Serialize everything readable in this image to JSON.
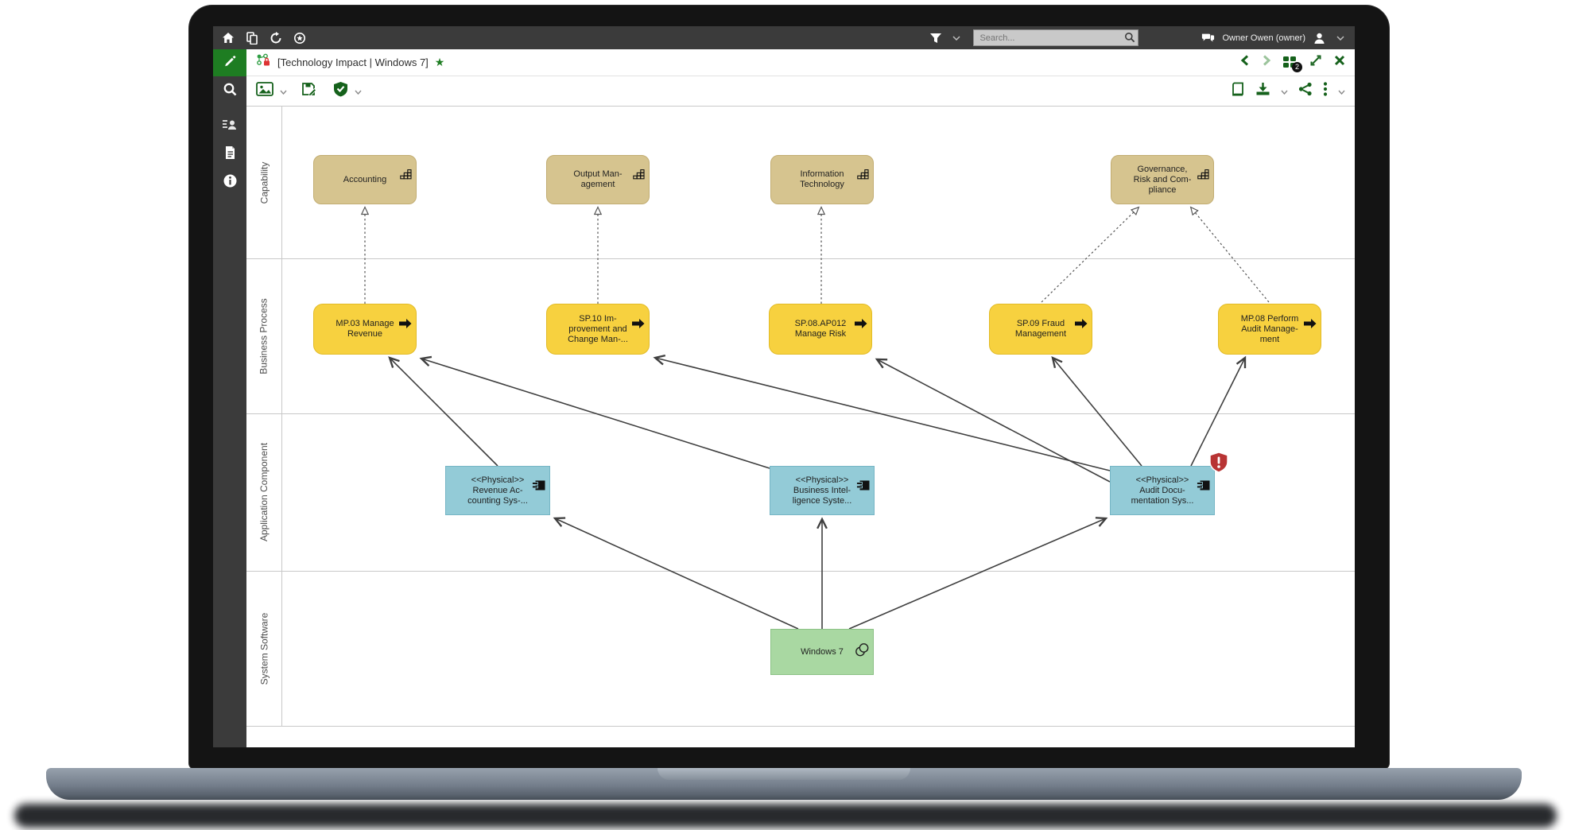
{
  "topbar": {
    "search_placeholder": "Search...",
    "user_label": "Owner Owen (owner)"
  },
  "titlebar": {
    "title": "[Technology Impact | Windows 7]",
    "windows_badge": "2"
  },
  "colors": {
    "accent_green": "#1e7d22",
    "toolbar_dark": "#3b3b3b",
    "capability_fill": "#d6c48f",
    "process_fill": "#f7d13f",
    "component_fill": "#93cbd7",
    "software_fill": "#a9d8a2",
    "warning_red": "#b83434"
  },
  "icons": {
    "topbar_left": [
      "home-icon",
      "copy-document-icon",
      "refresh-icon",
      "recent-star-icon"
    ],
    "topbar_right": [
      "filter-icon",
      "chevron-down-icon",
      "search-icon",
      "chat-icon",
      "user-icon",
      "chevron-down-icon"
    ],
    "sidebar": [
      "pencil-icon",
      "search-icon",
      "contacts-icon",
      "document-icon",
      "info-icon"
    ],
    "titlebar_right": [
      "back-icon",
      "forward-icon",
      "windows-grid-icon",
      "fullscreen-icon",
      "close-icon"
    ],
    "toolbar2_left": [
      "image-icon",
      "save-edit-icon",
      "shield-check-icon"
    ],
    "toolbar2_right": [
      "book-icon",
      "download-icon",
      "share-icon",
      "kebab-menu-icon"
    ]
  },
  "diagram": {
    "lanes": [
      {
        "label": "Capability"
      },
      {
        "label": "Business Process"
      },
      {
        "label": "Application Component"
      },
      {
        "label": "System Software"
      }
    ],
    "capabilities": [
      {
        "label": "Accounting"
      },
      {
        "label": "Output Man-\nagement"
      },
      {
        "label": "Information\nTechnology"
      },
      {
        "label": "Governance,\nRisk and Com-\npliance"
      }
    ],
    "processes": [
      {
        "label": "MP.03 Manage\nRevenue"
      },
      {
        "label": "SP.10 Im-\nprovement and\nChange Man-..."
      },
      {
        "label": "SP.08.AP012\nManage Risk"
      },
      {
        "label": "SP.09 Fraud\nManagement"
      },
      {
        "label": "MP.08 Perform\nAudit Manage-\nment"
      }
    ],
    "components": [
      {
        "label": "<<Physical>>\nRevenue Ac-\ncounting Sys-..."
      },
      {
        "label": "<<Physical>>\nBusiness Intel-\nligence Syste..."
      },
      {
        "label": "<<Physical>>\nAudit Docu-\nmentation Sys..."
      }
    ],
    "software": [
      {
        "label": "Windows 7"
      }
    ],
    "edges": [
      {
        "from": "MP.03 Manage Revenue",
        "to": "Accounting",
        "style": "dotted"
      },
      {
        "from": "SP.10 Improvement and Change Man-...",
        "to": "Output Management",
        "style": "dotted"
      },
      {
        "from": "SP.08.AP012 Manage Risk",
        "to": "Information Technology",
        "style": "dotted"
      },
      {
        "from": "SP.09 Fraud Management",
        "to": "Governance, Risk and Compliance",
        "style": "dotted"
      },
      {
        "from": "MP.08 Perform Audit Management",
        "to": "Governance, Risk and Compliance",
        "style": "dotted"
      },
      {
        "from": "Revenue Accounting Sys-...",
        "to": "MP.03 Manage Revenue",
        "style": "solid"
      },
      {
        "from": "Business Intelligence Syste...",
        "to": "MP.03 Manage Revenue",
        "style": "solid"
      },
      {
        "from": "Audit Documentation Sys...",
        "to": "SP.10 Improvement and Change Man-...",
        "style": "solid"
      },
      {
        "from": "Audit Documentation Sys...",
        "to": "SP.08.AP012 Manage Risk",
        "style": "solid"
      },
      {
        "from": "Audit Documentation Sys...",
        "to": "SP.09 Fraud Management",
        "style": "solid"
      },
      {
        "from": "Audit Documentation Sys...",
        "to": "MP.08 Perform Audit Management",
        "style": "solid"
      },
      {
        "from": "Windows 7",
        "to": "Revenue Accounting Sys-...",
        "style": "solid"
      },
      {
        "from": "Windows 7",
        "to": "Business Intelligence Syste...",
        "style": "solid"
      },
      {
        "from": "Windows 7",
        "to": "Audit Documentation Sys...",
        "style": "solid"
      }
    ]
  }
}
